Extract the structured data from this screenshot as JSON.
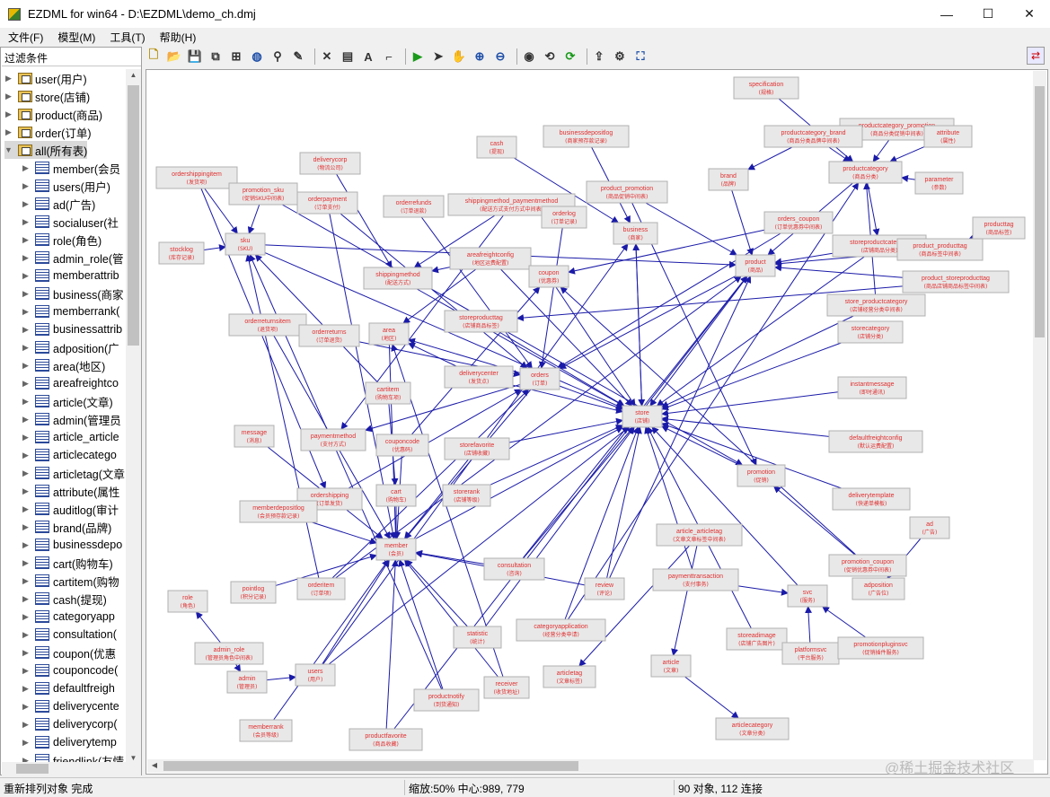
{
  "window": {
    "title": "EZDML for win64 - D:\\EZDML\\demo_ch.dmj",
    "minimize": "—",
    "maximize": "☐",
    "close": "✕"
  },
  "menu": [
    "文件(F)",
    "模型(M)",
    "工具(T)",
    "帮助(H)"
  ],
  "left_panel": {
    "filter_label": "过滤条件",
    "groups": [
      "user(用户)",
      "store(店铺)",
      "product(商品)",
      "order(订单)",
      "all(所有表)"
    ],
    "tables": [
      "member(会员",
      "users(用户)",
      "ad(广告)",
      "socialuser(社",
      "role(角色)",
      "admin_role(管",
      "memberattrib",
      "business(商家",
      "memberrank(",
      "businessattrib",
      "adposition(广",
      "area(地区)",
      "areafreightco",
      "article(文章)",
      "admin(管理员",
      "article_article",
      "articlecatego",
      "articletag(文章",
      "attribute(属性",
      "auditlog(审计",
      "brand(品牌)",
      "businessdepo",
      "cart(购物车)",
      "cartitem(购物",
      "cash(提现)",
      "categoryapp",
      "consultation(",
      "coupon(优惠",
      "couponcode(",
      "defaultfreigh",
      "deliverycente",
      "deliverycorp(",
      "deliverytemp",
      "friendlink(友情"
    ]
  },
  "toolbar_icons": [
    "new-icon",
    "open-icon",
    "save-icon",
    "copy-icon",
    "layout-icon",
    "globe-icon",
    "find-icon",
    "edit-icon",
    "|",
    "delete-icon",
    "table-icon",
    "text-icon",
    "link-icon",
    "|",
    "run-icon",
    "pointer-icon",
    "hand-icon",
    "zoom-in-icon",
    "zoom-out-icon",
    "|",
    "view-icon",
    "refresh-icon",
    "sync-icon",
    "|",
    "export-icon",
    "settings-icon",
    "fit-icon"
  ],
  "diagram": {
    "entity_color": "#e8e8e8",
    "text_color": "#e03030",
    "link_color": "#1a1aa8",
    "entities": [
      {
        "id": "specification",
        "n": "specification",
        "c": "(规格)"
      },
      {
        "id": "businessdepositlog",
        "n": "businessdepositlog",
        "c": "(商家预存款记录)"
      },
      {
        "id": "productcategory_promotion",
        "n": "productcategory_promotion",
        "c": "(商品分类促销中间表)"
      },
      {
        "id": "productcategory_brand",
        "n": "productcategory_brand",
        "c": "(商品分类品牌中间表)"
      },
      {
        "id": "attribute",
        "n": "attribute",
        "c": "(属性)"
      },
      {
        "id": "cash",
        "n": "cash",
        "c": "(提现)"
      },
      {
        "id": "deliverycorp",
        "n": "deliverycorp",
        "c": "(物流公司)"
      },
      {
        "id": "ordershippingitem",
        "n": "ordershippingitem",
        "c": "(发货项)"
      },
      {
        "id": "brand",
        "n": "brand",
        "c": "(品牌)"
      },
      {
        "id": "productcategory",
        "n": "productcategory",
        "c": "(商品分类)"
      },
      {
        "id": "parameter",
        "n": "parameter",
        "c": "(参数)"
      },
      {
        "id": "promotion_sku",
        "n": "promotion_sku",
        "c": "(促销SKU中间表)"
      },
      {
        "id": "orderpayment",
        "n": "orderpayment",
        "c": "(订单支付)"
      },
      {
        "id": "orderrefunds",
        "n": "orderrefunds",
        "c": "(订单退款)"
      },
      {
        "id": "shippingmethod_paymentmethod",
        "n": "shippingmethod_paymentmethod",
        "c": "(配送方式支付方式中间表)"
      },
      {
        "id": "product_promotion",
        "n": "product_promotion",
        "c": "(商品促销中间表)"
      },
      {
        "id": "orderlog",
        "n": "orderlog",
        "c": "(订单记录)"
      },
      {
        "id": "orders_coupon",
        "n": "orders_coupon",
        "c": "(订单优惠券中间表)"
      },
      {
        "id": "business",
        "n": "business",
        "c": "(商家)"
      },
      {
        "id": "producttag",
        "n": "producttag",
        "c": "(商品标签)"
      },
      {
        "id": "stocklog",
        "n": "stocklog",
        "c": "(库存记录)"
      },
      {
        "id": "sku",
        "n": "sku",
        "c": "(SKU)"
      },
      {
        "id": "areafreightconfig",
        "n": "areafreightconfig",
        "c": "(地区运费配置)"
      },
      {
        "id": "storeproductcategory",
        "n": "storeproductcategory",
        "c": "(店铺商品分类)"
      },
      {
        "id": "product_producttag",
        "n": "product_producttag",
        "c": "(商品标签中间表)"
      },
      {
        "id": "product",
        "n": "product",
        "c": "(商品)"
      },
      {
        "id": "shippingmethod",
        "n": "shippingmethod",
        "c": "(配送方式)"
      },
      {
        "id": "coupon",
        "n": "coupon",
        "c": "(优惠券)"
      },
      {
        "id": "product_storeproducttag",
        "n": "product_storeproducttag",
        "c": "(商品店铺商品标签中间表)"
      },
      {
        "id": "store_productcategory",
        "n": "store_productcategory",
        "c": "(店铺经营分类中间表)"
      },
      {
        "id": "orderreturnsitem",
        "n": "orderreturnsitem",
        "c": "(退货项)"
      },
      {
        "id": "storeproducttag",
        "n": "storeproducttag",
        "c": "(店铺商品标签)"
      },
      {
        "id": "orderreturns",
        "n": "orderreturns",
        "c": "(订单退货)"
      },
      {
        "id": "area",
        "n": "area",
        "c": "(地区)"
      },
      {
        "id": "storecategory",
        "n": "storecategory",
        "c": "(店铺分类)"
      },
      {
        "id": "deliverycenter",
        "n": "deliverycenter",
        "c": "(发货点)"
      },
      {
        "id": "orders",
        "n": "orders",
        "c": "(订单)"
      },
      {
        "id": "cartitem",
        "n": "cartitem",
        "c": "(购物车项)"
      },
      {
        "id": "instantmessage",
        "n": "instantmessage",
        "c": "(即时通讯)"
      },
      {
        "id": "store",
        "n": "store",
        "c": "(店铺)"
      },
      {
        "id": "message",
        "n": "message",
        "c": "(消息)"
      },
      {
        "id": "paymentmethod",
        "n": "paymentmethod",
        "c": "(支付方式)"
      },
      {
        "id": "couponcode",
        "n": "couponcode",
        "c": "(优惠码)"
      },
      {
        "id": "storefavorite",
        "n": "storefavorite",
        "c": "(店铺收藏)"
      },
      {
        "id": "defaultfreightconfig",
        "n": "defaultfreightconfig",
        "c": "(默认运费配置)"
      },
      {
        "id": "promotion",
        "n": "promotion",
        "c": "(促销)"
      },
      {
        "id": "ordershipping",
        "n": "ordershipping",
        "c": "(订单发货)"
      },
      {
        "id": "cart",
        "n": "cart",
        "c": "(购物车)"
      },
      {
        "id": "storerank",
        "n": "storerank",
        "c": "(店铺等级)"
      },
      {
        "id": "deliverytemplate",
        "n": "deliverytemplate",
        "c": "(快递单模板)"
      },
      {
        "id": "memberdepositlog",
        "n": "memberdepositlog",
        "c": "(会员预存款记录)"
      },
      {
        "id": "ad",
        "n": "ad",
        "c": "(广告)"
      },
      {
        "id": "article_articletag",
        "n": "article_articletag",
        "c": "(文章文章标签中间表)"
      },
      {
        "id": "member",
        "n": "member",
        "c": "(会员)"
      },
      {
        "id": "consultation",
        "n": "consultation",
        "c": "(咨询)"
      },
      {
        "id": "promotion_coupon",
        "n": "promotion_coupon",
        "c": "(促销优惠券中间表)"
      },
      {
        "id": "review",
        "n": "review",
        "c": "(评论)"
      },
      {
        "id": "paymenttransaction",
        "n": "paymenttransaction",
        "c": "(支付事务)"
      },
      {
        "id": "adposition",
        "n": "adposition",
        "c": "(广告位)"
      },
      {
        "id": "pointlog",
        "n": "pointlog",
        "c": "(积分记录)"
      },
      {
        "id": "orderitem",
        "n": "orderitem",
        "c": "(订单项)"
      },
      {
        "id": "role",
        "n": "role",
        "c": "(角色)"
      },
      {
        "id": "svc",
        "n": "svc",
        "c": "(服务)"
      },
      {
        "id": "categoryapplication",
        "n": "categoryapplication",
        "c": "(经营分类申请)"
      },
      {
        "id": "statistic",
        "n": "statistic",
        "c": "(统计)"
      },
      {
        "id": "storeadimage",
        "n": "storeadimage",
        "c": "(店铺广告图片)"
      },
      {
        "id": "platformsvc",
        "n": "platformsvc",
        "c": "(平台服务)"
      },
      {
        "id": "promotionpluginsvc",
        "n": "promotionpluginsvc",
        "c": "(促销插件服务)"
      },
      {
        "id": "admin_role",
        "n": "admin_role",
        "c": "(管理员角色中间表)"
      },
      {
        "id": "article",
        "n": "article",
        "c": "(文章)"
      },
      {
        "id": "admin",
        "n": "admin",
        "c": "(管理员)"
      },
      {
        "id": "users",
        "n": "users",
        "c": "(用户)"
      },
      {
        "id": "articletag",
        "n": "articletag",
        "c": "(文章标签)"
      },
      {
        "id": "receiver",
        "n": "receiver",
        "c": "(收货地址)"
      },
      {
        "id": "productnotify",
        "n": "productnotify",
        "c": "(到货通知)"
      },
      {
        "id": "memberrank",
        "n": "memberrank",
        "c": "(会员等级)"
      },
      {
        "id": "articlecategory",
        "n": "articlecategory",
        "c": "(文章分类)"
      },
      {
        "id": "productfavorite",
        "n": "productfavorite",
        "c": "(商品收藏)"
      }
    ],
    "links": [
      [
        "specification",
        "productcategory"
      ],
      [
        "productcategory_promotion",
        "productcategory"
      ],
      [
        "productcategory_brand",
        "productcategory"
      ],
      [
        "productcategory_brand",
        "brand"
      ],
      [
        "attribute",
        "productcategory"
      ],
      [
        "parameter",
        "productcategory"
      ],
      [
        "brand",
        "product"
      ],
      [
        "productcategory",
        "product"
      ],
      [
        "productcategory",
        "storeproductcategory"
      ],
      [
        "cash",
        "business"
      ],
      [
        "businessdepositlog",
        "business"
      ],
      [
        "business",
        "store"
      ],
      [
        "product_promotion",
        "product"
      ],
      [
        "product_promotion",
        "promotion"
      ],
      [
        "orders_coupon",
        "orders"
      ],
      [
        "orders_coupon",
        "coupon"
      ],
      [
        "producttag",
        "product_producttag"
      ],
      [
        "product_producttag",
        "product"
      ],
      [
        "product_storeproducttag",
        "product"
      ],
      [
        "product_storeproducttag",
        "storeproducttag"
      ],
      [
        "storeproductcategory",
        "product"
      ],
      [
        "storeproductcategory",
        "store"
      ],
      [
        "store_productcategory",
        "store"
      ],
      [
        "store_productcategory",
        "productcategory"
      ],
      [
        "storecategory",
        "store"
      ],
      [
        "instantmessage",
        "store"
      ],
      [
        "defaultfreightconfig",
        "store"
      ],
      [
        "deliverytemplate",
        "store"
      ],
      [
        "promotion",
        "store"
      ],
      [
        "stocklog",
        "sku"
      ],
      [
        "promotion_sku",
        "sku"
      ],
      [
        "promotion_sku",
        "promotion"
      ],
      [
        "sku",
        "product"
      ],
      [
        "ordershippingitem",
        "sku"
      ],
      [
        "ordershippingitem",
        "ordershipping"
      ],
      [
        "deliverycorp",
        "shippingmethod"
      ],
      [
        "shippingmethod_paymentmethod",
        "shippingmethod"
      ],
      [
        "shippingmethod_paymentmethod",
        "paymentmethod"
      ],
      [
        "areafreightconfig",
        "shippingmethod"
      ],
      [
        "areafreightconfig",
        "area"
      ],
      [
        "areafreightconfig",
        "store"
      ],
      [
        "orderpayment",
        "orders"
      ],
      [
        "orderpayment",
        "member"
      ],
      [
        "orderrefunds",
        "orders"
      ],
      [
        "orderlog",
        "orders"
      ],
      [
        "orderreturns",
        "orders"
      ],
      [
        "orderreturnsitem",
        "orderreturns"
      ],
      [
        "orders",
        "member"
      ],
      [
        "orders",
        "store"
      ],
      [
        "orders",
        "area"
      ],
      [
        "orders",
        "paymentmethod"
      ],
      [
        "coupon",
        "store"
      ],
      [
        "couponcode",
        "coupon"
      ],
      [
        "couponcode",
        "member"
      ],
      [
        "storeproducttag",
        "store"
      ],
      [
        "deliverycenter",
        "store"
      ],
      [
        "deliverycenter",
        "area"
      ],
      [
        "cartitem",
        "cart"
      ],
      [
        "cartitem",
        "sku"
      ],
      [
        "cart",
        "member"
      ],
      [
        "storefavorite",
        "store"
      ],
      [
        "storefavorite",
        "member"
      ],
      [
        "storerank",
        "store"
      ],
      [
        "message",
        "member"
      ],
      [
        "memberdepositlog",
        "member"
      ],
      [
        "pointlog",
        "member"
      ],
      [
        "orderitem",
        "orders"
      ],
      [
        "orderitem",
        "sku"
      ],
      [
        "ordershipping",
        "orders"
      ],
      [
        "consultation",
        "member"
      ],
      [
        "consultation",
        "product"
      ],
      [
        "consultation",
        "store"
      ],
      [
        "review",
        "member"
      ],
      [
        "review",
        "product"
      ],
      [
        "review",
        "store"
      ],
      [
        "paymenttransaction",
        "store"
      ],
      [
        "paymenttransaction",
        "svc"
      ],
      [
        "svc",
        "store"
      ],
      [
        "promotion_coupon",
        "promotion"
      ],
      [
        "promotion_coupon",
        "coupon"
      ],
      [
        "ad",
        "adposition"
      ],
      [
        "categoryapplication",
        "store"
      ],
      [
        "categoryapplication",
        "productcategory"
      ],
      [
        "statistic",
        "store"
      ],
      [
        "storeadimage",
        "store"
      ],
      [
        "platformsvc",
        "svc"
      ],
      [
        "promotionpluginsvc",
        "svc"
      ],
      [
        "article_articletag",
        "articletag"
      ],
      [
        "article_articletag",
        "article"
      ],
      [
        "article",
        "articlecategory"
      ],
      [
        "admin_role",
        "role"
      ],
      [
        "admin_role",
        "admin"
      ],
      [
        "admin",
        "users"
      ],
      [
        "users",
        "member"
      ],
      [
        "users",
        "business"
      ],
      [
        "receiver",
        "member"
      ],
      [
        "receiver",
        "area"
      ],
      [
        "productnotify",
        "member"
      ],
      [
        "productnotify",
        "sku"
      ],
      [
        "memberrank",
        "member"
      ],
      [
        "productfavorite",
        "member"
      ],
      [
        "productfavorite",
        "product"
      ],
      [
        "store",
        "business"
      ],
      [
        "product",
        "store"
      ],
      [
        "sku",
        "store"
      ],
      [
        "area",
        "member"
      ],
      [
        "member",
        "store"
      ],
      [
        "orderreturnsitem",
        "member"
      ],
      [
        "users",
        "store"
      ],
      [
        "statistic",
        "member"
      ],
      [
        "shippingmethod",
        "store"
      ],
      [
        "product",
        "orders"
      ],
      [
        "orderitem",
        "product"
      ]
    ]
  },
  "status": {
    "left": "重新排列对象 完成",
    "zoom": "缩放:50% 中心:989, 779",
    "count": "90 对象, 112 连接"
  },
  "watermark": "@稀土掘金技术社区"
}
